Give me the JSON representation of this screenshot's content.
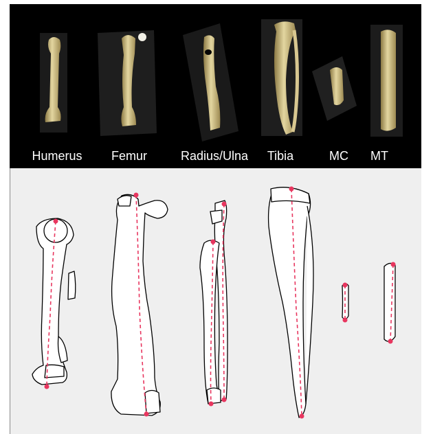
{
  "labels": {
    "humerus": "Humerus",
    "femur": "Femur",
    "radius_ulna": "Radius/Ulna",
    "tibia": "Tibia",
    "mc": "MC",
    "mt": "MT"
  },
  "colors": {
    "photo_background": "#000000",
    "drawing_background": "#efefef",
    "bone_photo": "#d8c790",
    "bone_outline": "#000000",
    "bone_fill": "#ffffff",
    "measure_line": "#e8365f"
  }
}
